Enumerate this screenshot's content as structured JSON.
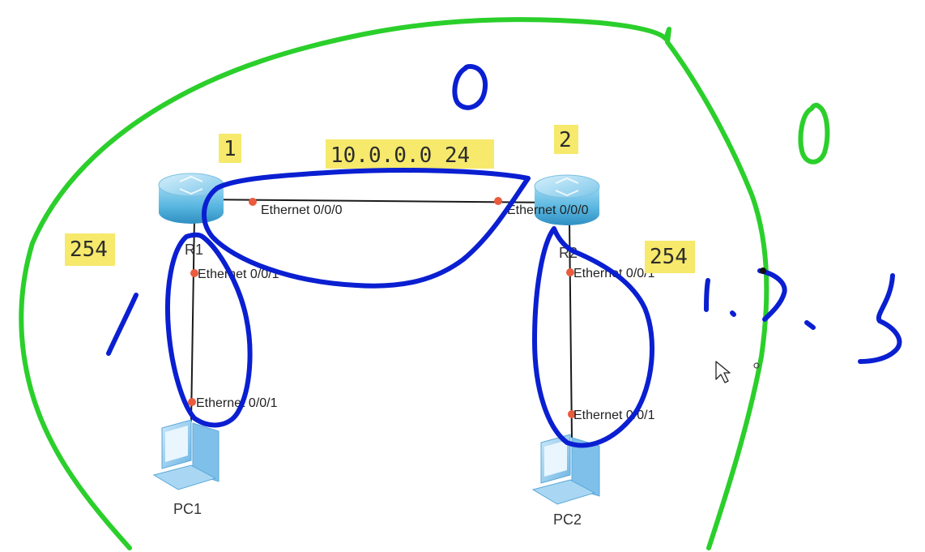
{
  "colors": {
    "highlight": "#f6e96b",
    "green_ink": "#2bcf2b",
    "blue_ink": "#0a1fd1",
    "port": "#ea5b3d",
    "router_body": "#59b6e0",
    "pc_body": "#8ec8ef"
  },
  "nodes": {
    "r1": {
      "label": "R1",
      "router_id_note": "1"
    },
    "r2": {
      "label": "R2",
      "router_id_note": "2"
    },
    "pc1": {
      "label": "PC1"
    },
    "pc2": {
      "label": "PC2"
    }
  },
  "interfaces": {
    "r1_eth000": "Ethernet 0/0/0",
    "r2_eth000": "Ethernet 0/0/0",
    "r1_eth001": "Ethernet 0/0/1",
    "pc1_eth001": "Ethernet 0/0/1",
    "r2_eth001": "Ethernet 0/0/1",
    "pc2_eth001": "Ethernet 0/0/1"
  },
  "notes": {
    "link_subnet": "10.0.0.0 24",
    "r1_lan_host": "254",
    "r2_lan_host": "254"
  },
  "handwriting": {
    "area_top": "0",
    "area_right": "0",
    "left_mark": "1",
    "right_text": "1.2.3"
  },
  "icons": [
    "router-icon",
    "pc-icon",
    "mouse-cursor-icon"
  ]
}
